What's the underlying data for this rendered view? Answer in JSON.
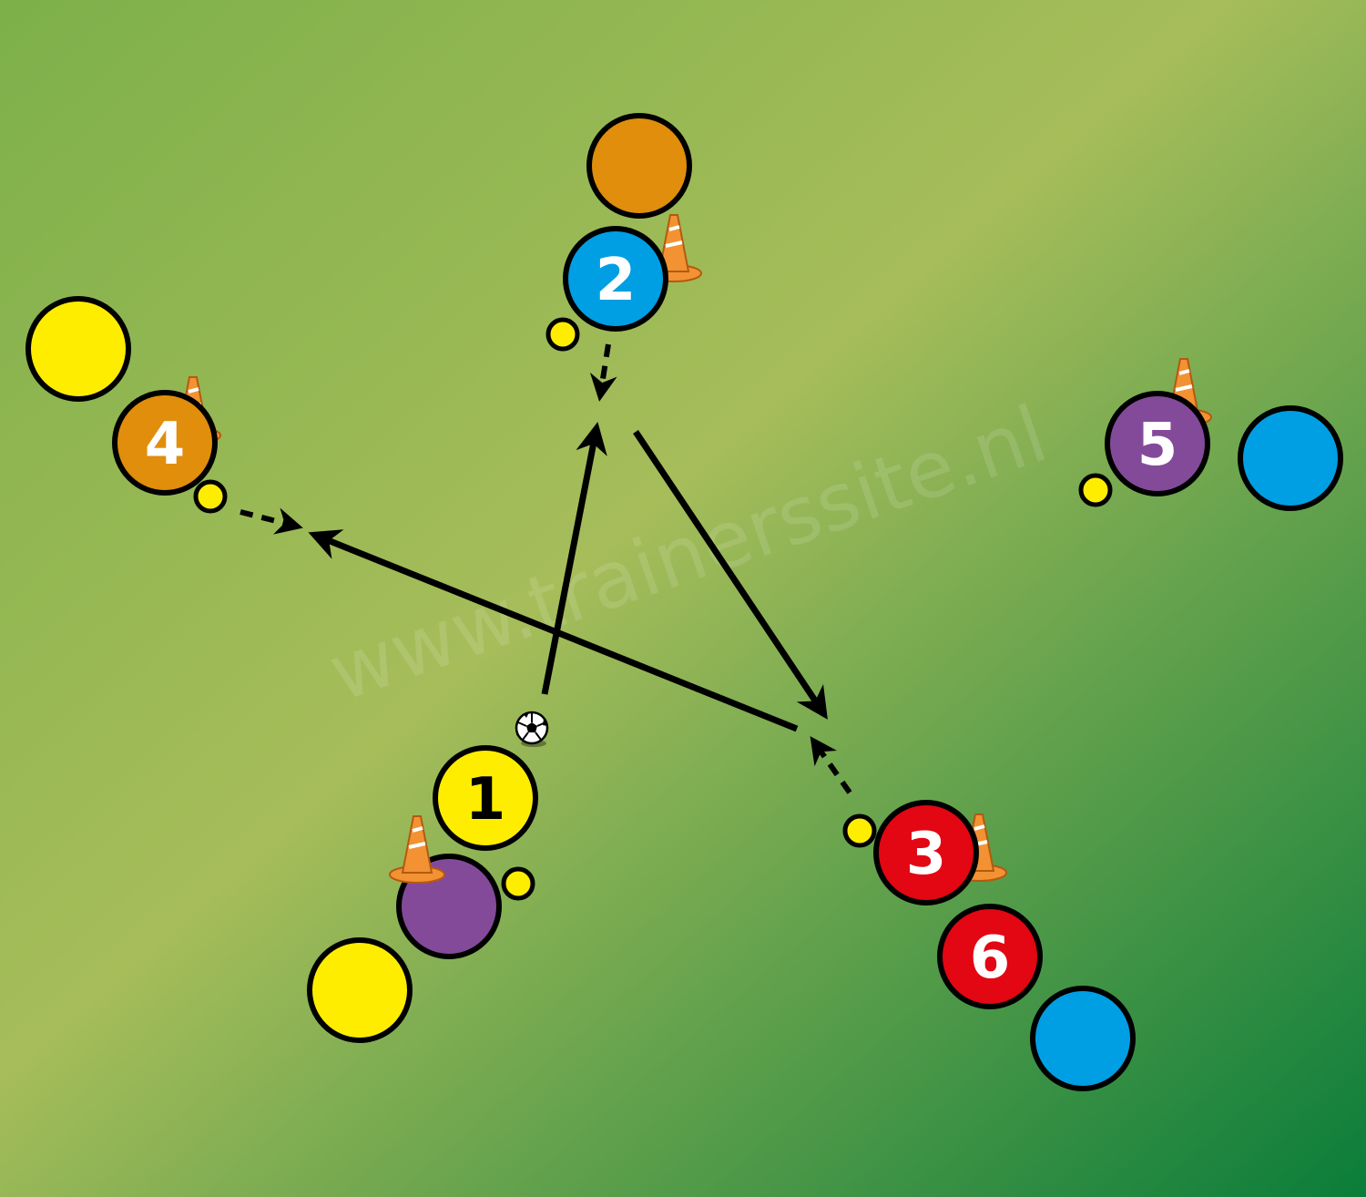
{
  "watermark": "www.trainerssite.nl",
  "colors": {
    "field_light": "#a6bd5a",
    "field_dark": "#0a7d3a",
    "field_mid": "#7db04a",
    "yellow": "#ffed00",
    "orange": "#e08e0b",
    "blue": "#009fe3",
    "purple": "#844a9a",
    "red": "#e30613",
    "cone": "#f39233",
    "outline": "#000000",
    "arrow": "#000000",
    "number_white": "#ffffff",
    "number_dark": "#000000"
  },
  "players": [
    {
      "label": "1",
      "color": "yellow",
      "text_color": "number_dark"
    },
    {
      "label": "2",
      "color": "blue",
      "text_color": "number_white"
    },
    {
      "label": "3",
      "color": "red",
      "text_color": "number_white"
    },
    {
      "label": "4",
      "color": "orange",
      "text_color": "number_white"
    },
    {
      "label": "5",
      "color": "purple",
      "text_color": "number_white"
    },
    {
      "label": "6",
      "color": "red",
      "text_color": "number_white"
    }
  ],
  "waiting_players": [
    {
      "color": "orange"
    },
    {
      "color": "yellow"
    },
    {
      "color": "blue"
    },
    {
      "color": "purple"
    },
    {
      "color": "yellow"
    },
    {
      "color": "blue"
    }
  ],
  "icons": {
    "cone": "cone-icon",
    "ball": "soccer-ball-icon",
    "pass_arrow": "pass-arrow",
    "run_arrow": "run-arrow"
  }
}
